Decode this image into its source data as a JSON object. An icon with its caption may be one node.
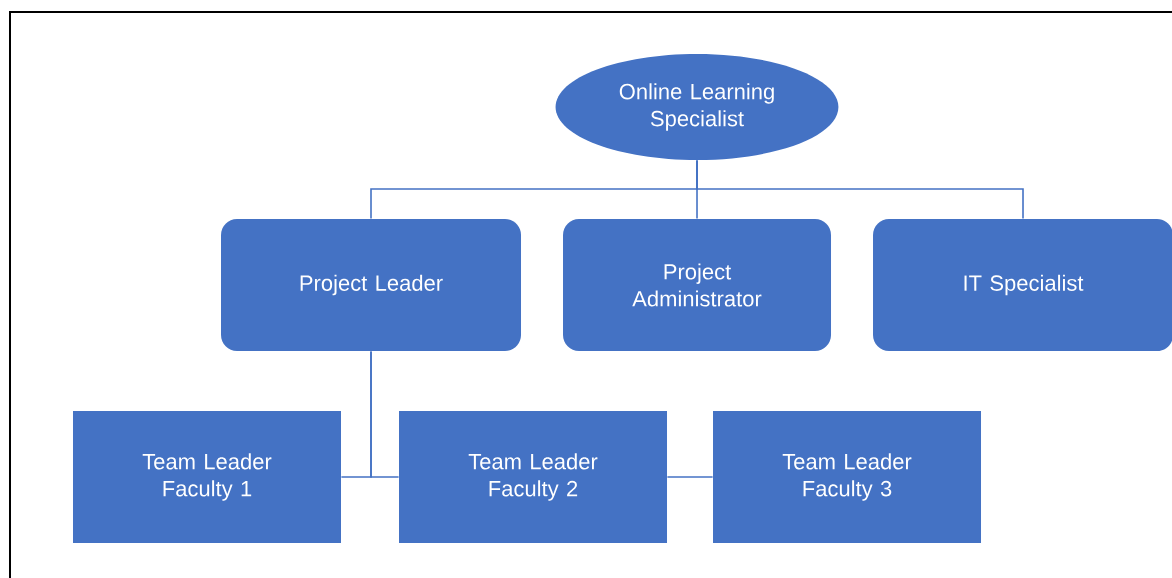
{
  "diagram": {
    "nodes": [
      {
        "text": [
          "Online Learning Specialist"
        ]
      },
      {
        "text": [
          "Project Leader"
        ]
      },
      {
        "text": [
          "Project Administrator"
        ]
      },
      {
        "text": [
          "IT Specialist"
        ]
      },
      {
        "text": [
          "Team Leader Faculty 1"
        ]
      },
      {
        "text": [
          "Team Leader Faculty 2"
        ]
      },
      {
        "text": [
          "Team Leader Faculty 3"
        ]
      }
    ],
    "edges": [
      {
        "from": 0,
        "to": 1,
        "arrow": "none"
      },
      {
        "from": 0,
        "to": 2,
        "arrow": "none"
      },
      {
        "from": 0,
        "to": 3,
        "arrow": "none"
      },
      {
        "from": 1,
        "to": 4,
        "arrow": "none"
      },
      {
        "from": 1,
        "to": 5,
        "arrow": "none"
      },
      {
        "from": 5,
        "to": 6,
        "arrow": "none"
      }
    ]
  }
}
